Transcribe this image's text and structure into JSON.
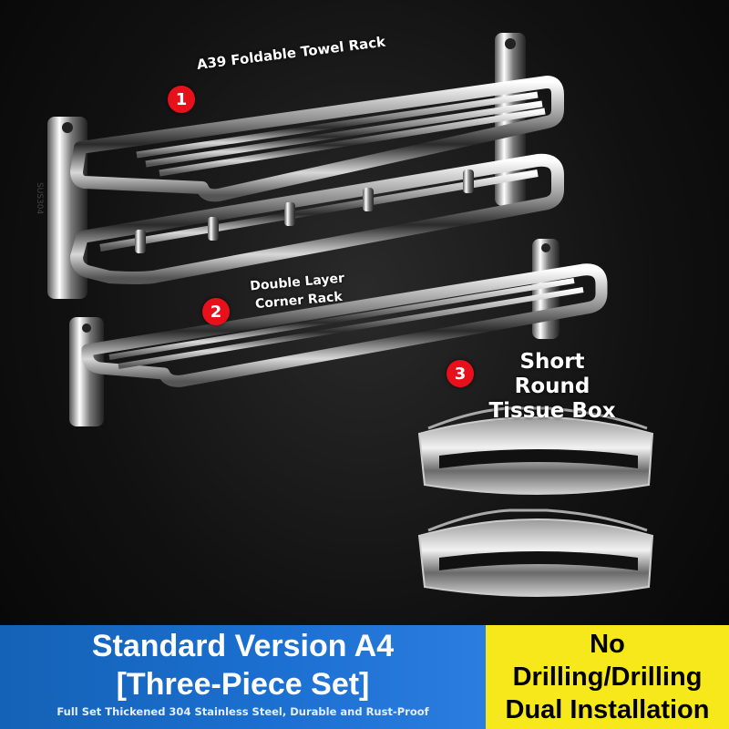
{
  "products": [
    {
      "number": "1",
      "label": "A39 Foldable Towel Rack"
    },
    {
      "number": "2",
      "label_line1": "Double Layer",
      "label_line2": "Corner Rack"
    },
    {
      "number": "3",
      "label_line1": "Short Round",
      "label_line2": "Tissue Box"
    }
  ],
  "engraving": "SUS304",
  "footer": {
    "title_line1": "Standard Version A4",
    "title_line2": "[Three-Piece Set]",
    "subtitle": "Full Set Thickened 304 Stainless Steel, Durable and Rust-Proof",
    "install_line1": "No",
    "install_line2": "Drilling/Drilling",
    "install_line3": "Dual Installation"
  },
  "colors": {
    "badge": "#e8101a",
    "footer_blue": "#1b6fd0",
    "footer_yellow": "#f7e81c"
  }
}
